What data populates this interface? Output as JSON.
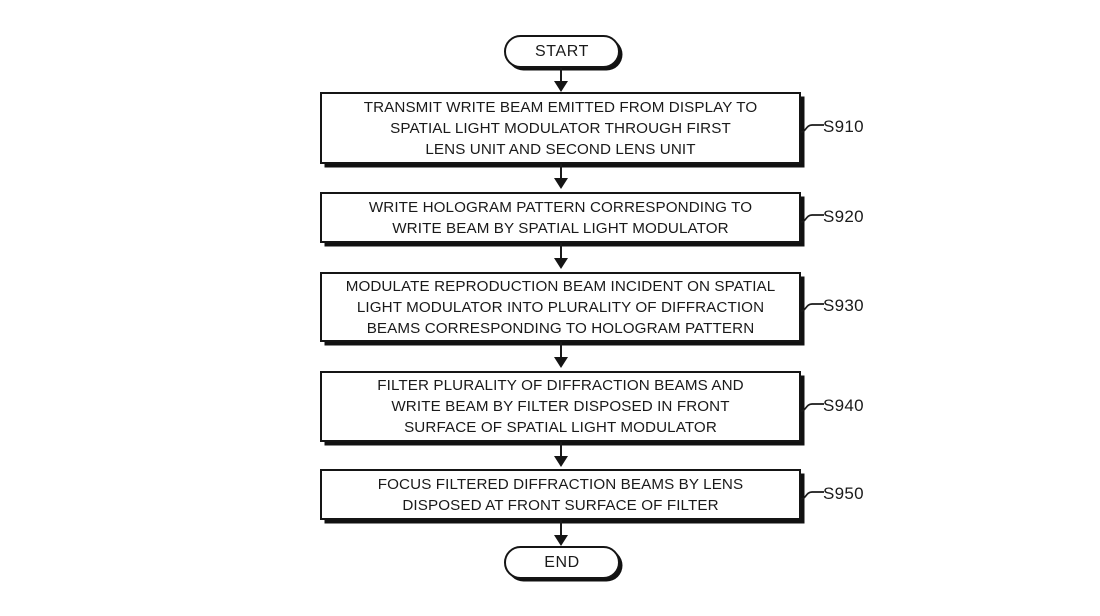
{
  "diagram": {
    "type": "flowchart",
    "orientation": "vertical",
    "colors": {
      "background": "#ffffff",
      "stroke": "#151515",
      "text": "#1a1a1a",
      "shadow": "#111111"
    },
    "start": {
      "label": "START"
    },
    "end": {
      "label": "END"
    },
    "steps": [
      {
        "ref": "S910",
        "text": "TRANSMIT WRITE BEAM EMITTED FROM DISPLAY TO\nSPATIAL LIGHT MODULATOR THROUGH FIRST\nLENS UNIT AND SECOND LENS UNIT",
        "lines": 3
      },
      {
        "ref": "S920",
        "text": "WRITE HOLOGRAM PATTERN CORRESPONDING TO\nWRITE BEAM BY SPATIAL LIGHT MODULATOR",
        "lines": 2
      },
      {
        "ref": "S930",
        "text": "MODULATE REPRODUCTION BEAM INCIDENT ON SPATIAL\nLIGHT MODULATOR INTO PLURALITY OF DIFFRACTION\nBEAMS CORRESPONDING TO HOLOGRAM PATTERN",
        "lines": 3
      },
      {
        "ref": "S940",
        "text": "FILTER PLURALITY OF DIFFRACTION BEAMS AND\nWRITE BEAM BY FILTER DISPOSED IN FRONT\nSURFACE OF SPATIAL LIGHT MODULATOR",
        "lines": 3
      },
      {
        "ref": "S950",
        "text": "FOCUS FILTERED DIFFRACTION BEAMS BY LENS\nDISPOSED AT FRONT SURFACE OF FILTER",
        "lines": 2
      }
    ]
  }
}
